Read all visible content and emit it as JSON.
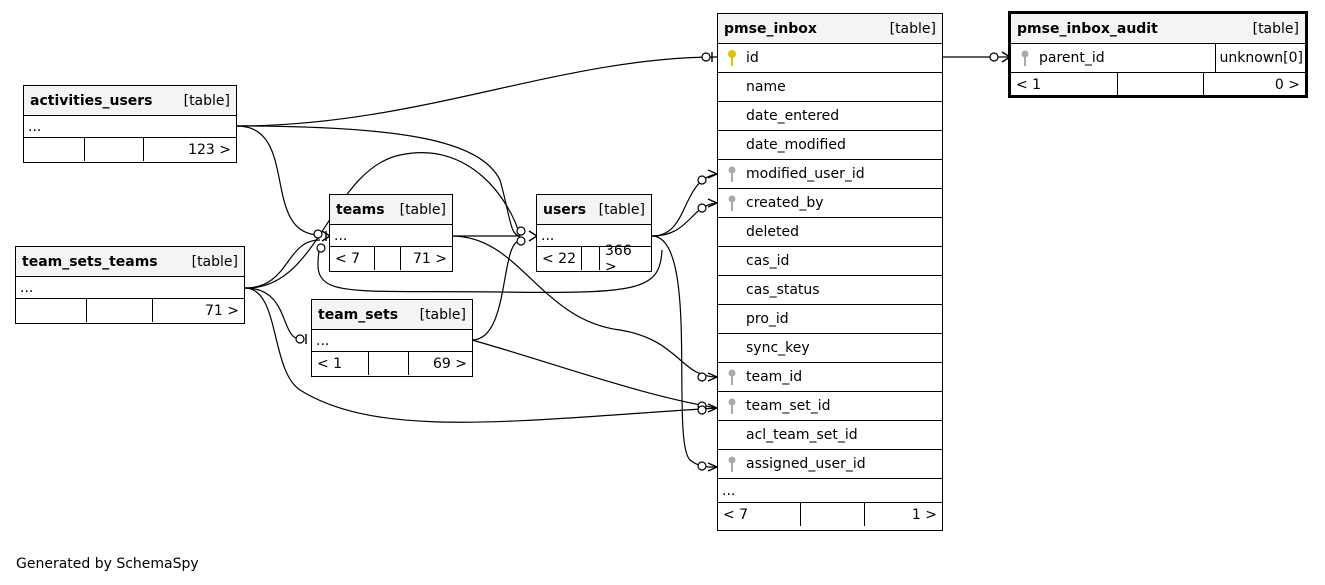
{
  "tables": {
    "pmse_inbox": {
      "name": "pmse_inbox",
      "type": "[table]",
      "columns": [
        "id",
        "name",
        "date_entered",
        "date_modified",
        "modified_user_id",
        "created_by",
        "deleted",
        "cas_id",
        "cas_status",
        "pro_id",
        "sync_key",
        "team_id",
        "team_set_id",
        "acl_team_set_id",
        "assigned_user_id"
      ],
      "ellipsis": "...",
      "footer": {
        "parents": "< 7",
        "rows": "1 >"
      }
    },
    "pmse_inbox_audit": {
      "name": "pmse_inbox_audit",
      "type": "[table]",
      "column": "parent_id",
      "column_type": "unknown[0]",
      "footer": {
        "parents": "< 1",
        "rows": "0 >"
      }
    },
    "activities_users": {
      "name": "activities_users",
      "type": "[table]",
      "ellipsis": "...",
      "footer": {
        "rows": "123 >"
      }
    },
    "team_sets_teams": {
      "name": "team_sets_teams",
      "type": "[table]",
      "ellipsis": "...",
      "footer": {
        "rows": "71 >"
      }
    },
    "teams": {
      "name": "teams",
      "type": "[table]",
      "ellipsis": "...",
      "footer": {
        "parents": "< 7",
        "rows": "71 >"
      }
    },
    "users": {
      "name": "users",
      "type": "[table]",
      "ellipsis": "...",
      "footer": {
        "parents": "< 22",
        "rows": "366 >"
      }
    },
    "team_sets": {
      "name": "team_sets",
      "type": "[table]",
      "ellipsis": "...",
      "footer": {
        "parents": "< 1",
        "rows": "69 >"
      }
    }
  },
  "colors": {
    "primary_key": "#e0c000",
    "foreign_key": "#aaaaaa",
    "header_bg": "#f4f4f4"
  },
  "icons": {
    "primary_key": "key-icon",
    "foreign_key": "key-icon"
  },
  "footer_credit": "Generated by SchemaSpy"
}
